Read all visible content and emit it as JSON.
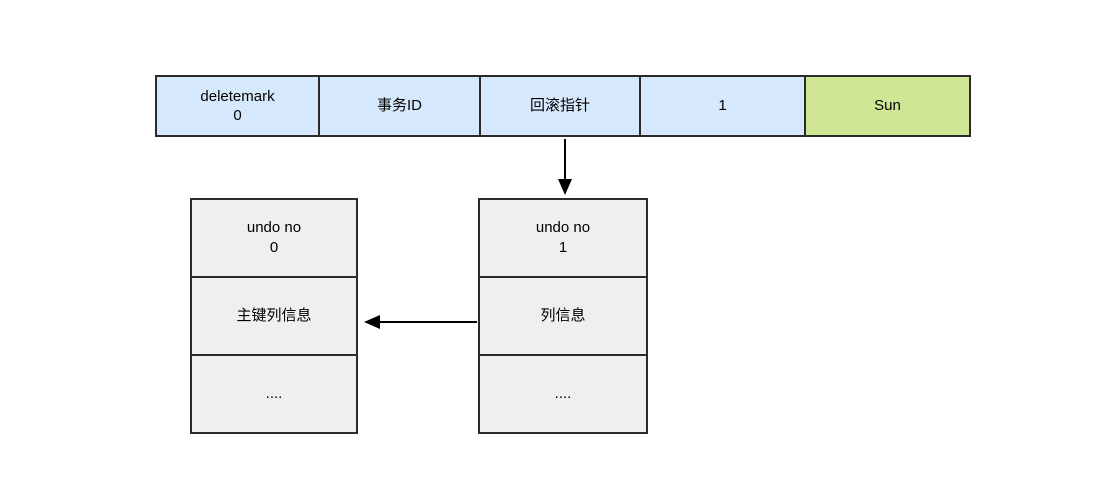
{
  "record_row": {
    "cells": [
      {
        "line1": "deletemark",
        "line2": "0"
      },
      {
        "line1": "事务ID"
      },
      {
        "line1": "回滚指针"
      },
      {
        "line1": "1"
      },
      {
        "line1": "Sun"
      }
    ]
  },
  "undo_log_0": {
    "rows": [
      {
        "line1": "undo no",
        "line2": "0"
      },
      {
        "line1": "主键列信息"
      },
      {
        "line1": "...."
      }
    ]
  },
  "undo_log_1": {
    "rows": [
      {
        "line1": "undo no",
        "line2": "1"
      },
      {
        "line1": "列信息"
      },
      {
        "line1": "...."
      }
    ]
  },
  "colors": {
    "record_cell_blue": "#d6e8fb",
    "record_cell_green": "#cfe794",
    "undo_row_gray": "#efefef",
    "border": "#2b2b2b",
    "arrow": "#000000",
    "background": "#ffffff"
  }
}
